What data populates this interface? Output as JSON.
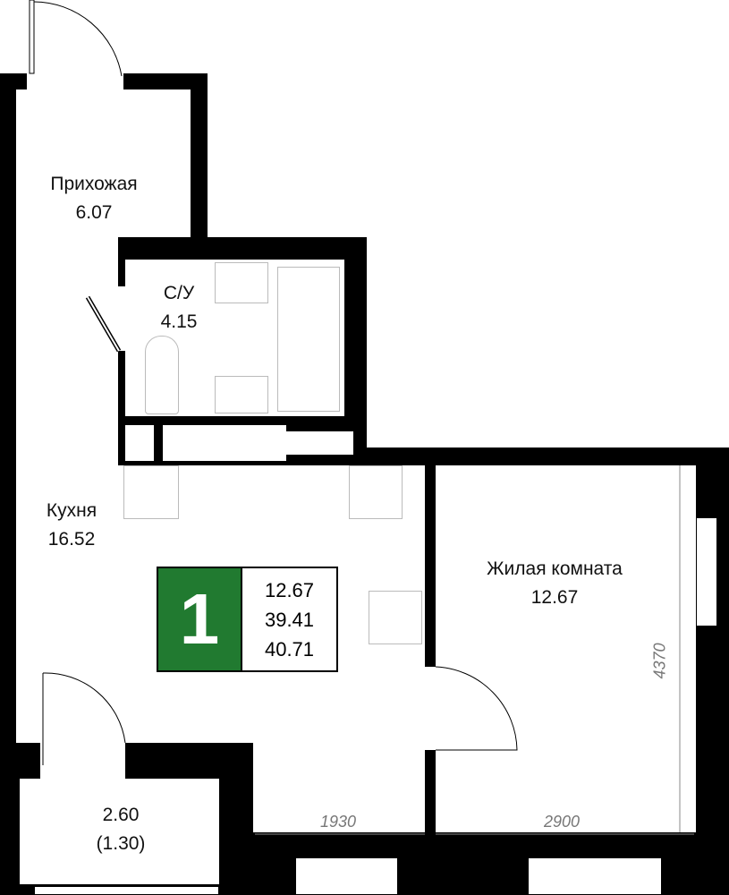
{
  "rooms": {
    "hallway": {
      "name": "Прихожая",
      "area": "6.07"
    },
    "bathroom": {
      "name": "С/У",
      "area": "4.15"
    },
    "kitchen": {
      "name": "Кухня",
      "area": "16.52"
    },
    "living": {
      "name": "Жилая комната",
      "area": "12.67"
    },
    "balcony": {
      "area": "2.60",
      "reduced_area": "(1.30)"
    }
  },
  "summary": {
    "rooms_count": "1",
    "living_area": "12.67",
    "total_area": "39.41",
    "total_with_balcony": "40.71",
    "badge_color": "#217a30"
  },
  "dimensions": {
    "kitchen_width": "1930",
    "living_width": "2900",
    "living_depth": "4370"
  }
}
